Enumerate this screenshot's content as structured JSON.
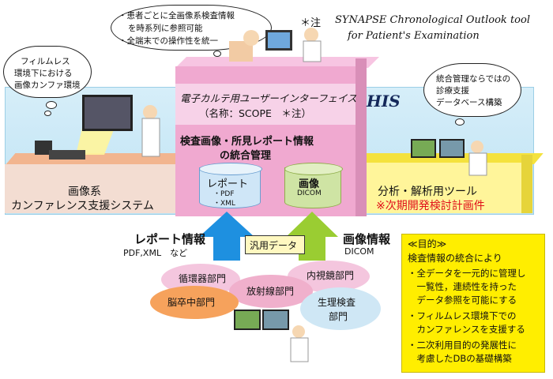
{
  "bubbles": {
    "top_lines": [
      "・患者ごとに全画像系検査情報",
      "を時系列に参照可能",
      "・全端末での操作性を統一"
    ],
    "left_lines": [
      "フィルムレス",
      "環境下における",
      "画像カンファ環境"
    ],
    "right_lines": [
      "統合管理ならではの",
      "診療支援",
      "データベース構築"
    ]
  },
  "note": {
    "marker": "＊注",
    "line1": "SYNAPSE Chronological Outlook tool",
    "line2": "for Patient's Examination"
  },
  "his_label": "HIS",
  "ui_box": {
    "line1": "電子カルテ用ユーザーインターフェイス",
    "line2": "（名称：SCOPE　＊注）"
  },
  "center_box": {
    "line1": "検査画像・所見レポート情報",
    "line2": "の統合管理"
  },
  "report_cylinder": {
    "title": "レポート",
    "items": [
      "・PDF",
      "・XML"
    ]
  },
  "image_cylinder": {
    "title": "画像",
    "sub": "DICOM"
  },
  "left_system": {
    "line1": "画像系",
    "line2": "カンファレンス支援システム"
  },
  "right_system": {
    "line1": "分析・解析用ツール",
    "line2": "※次期開発検討計画件"
  },
  "flows": {
    "report_info": "レポート情報",
    "report_sub": "PDF,XML　など",
    "generic_data": "汎用データ",
    "image_info": "画像情報",
    "image_sub": "DICOM"
  },
  "departments": {
    "cardio": "循環器部門",
    "radiology": "放射線部門",
    "endoscopy": "内視鏡部門",
    "stroke": "脳卒中部門",
    "physio_line1": "生理検査",
    "physio_line2": "部門"
  },
  "purpose": {
    "title": "≪目的≫",
    "intro": "検査情報の統合により",
    "lines": [
      "・全データを一元的に管理し",
      "　一覧性，連続性を持った",
      "　データ参照を可能にする",
      "・フィルムレス環境下での",
      "　カンファレンスを支援する",
      "・二次利用目的の発展性に",
      "　考慮したDBの基礎構築"
    ]
  },
  "colors": {
    "pink": "#f0a9d0",
    "blue_band": "#cfeaf7",
    "yellow": "#ffee00",
    "red_text": "#e0101a",
    "arrow_blue": "#1e90e0",
    "arrow_green": "#9acd32"
  }
}
